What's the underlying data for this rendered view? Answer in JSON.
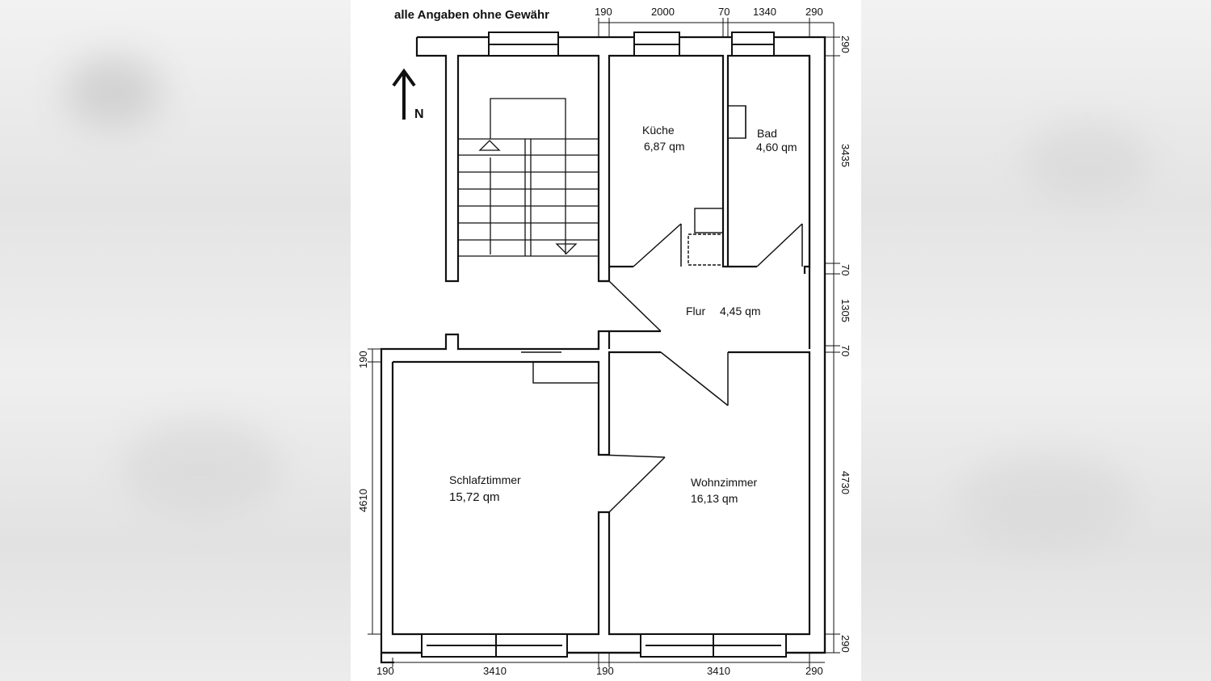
{
  "disclaimer": "alle Angaben ohne Gewähr",
  "north_label": "N",
  "rooms": {
    "kueche": {
      "name": "Küche",
      "area": "6,87 qm"
    },
    "bad": {
      "name": "Bad",
      "area": "4,60 qm"
    },
    "flur": {
      "name": "Flur",
      "area": "4,45 qm"
    },
    "schlafzimmer": {
      "name": "Schlafztimmer",
      "area": "15,72 qm"
    },
    "wohnzimmer": {
      "name": "Wohnzimmer",
      "area": "16,13 qm"
    }
  },
  "dimensions": {
    "top": [
      "190",
      "2000",
      "70",
      "1340",
      "290"
    ],
    "right": [
      "290",
      "3435",
      "70",
      "1305",
      "70",
      "4730",
      "290"
    ],
    "left": [
      "190",
      "4610"
    ],
    "bottom": [
      "190",
      "3410",
      "190",
      "3410",
      "290"
    ]
  },
  "colors": {
    "line": "#111111",
    "background": "#ffffff"
  }
}
